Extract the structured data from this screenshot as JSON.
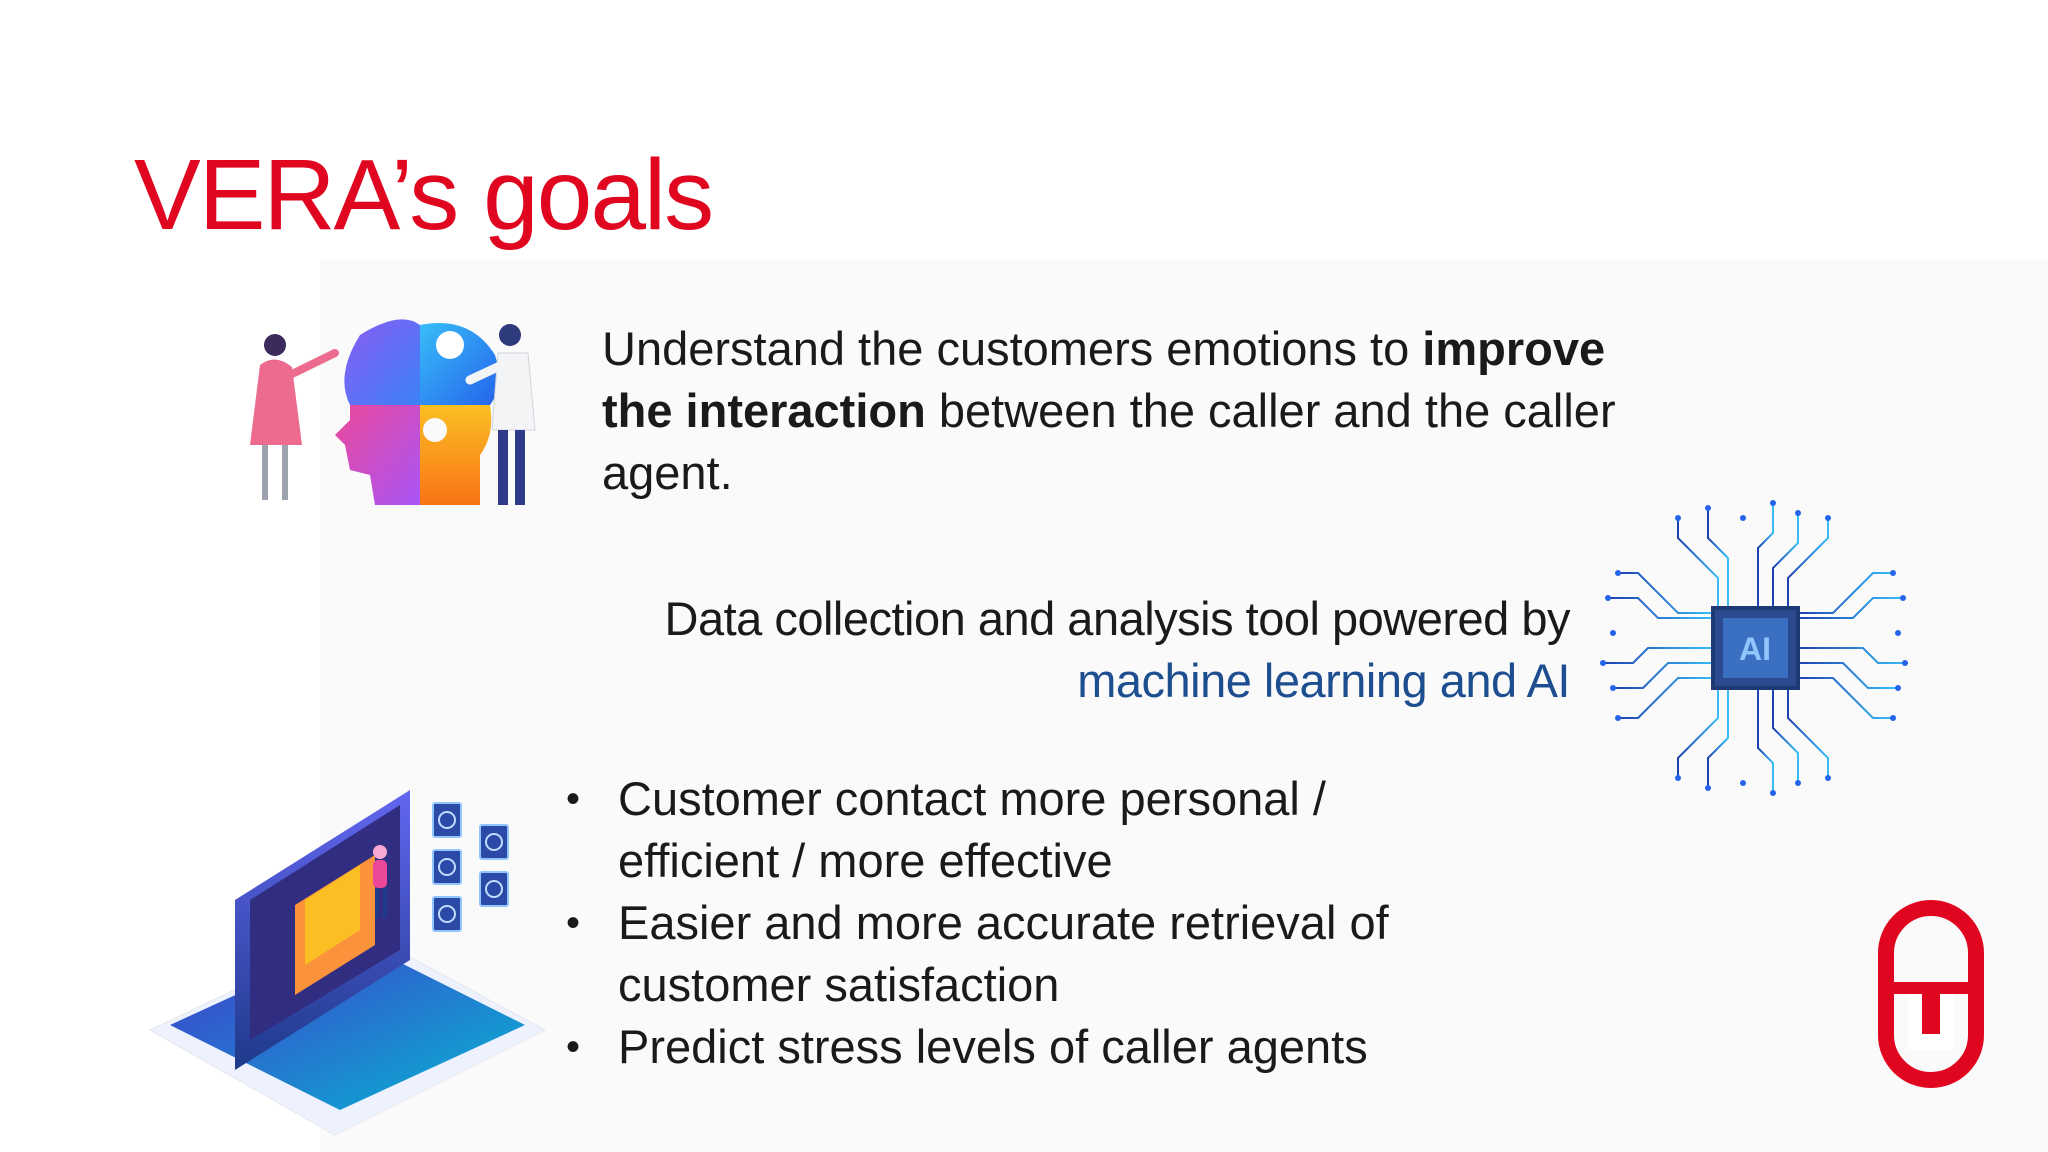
{
  "slide": {
    "title": "VERA’s goals",
    "goal1": {
      "text_before": "Understand the customers emotions to ",
      "bold": "improve the interaction",
      "text_after": " between the caller and the caller agent."
    },
    "goal2": {
      "line1": "Data collection and analysis tool powered by",
      "line2_highlight": "machine learning and AI"
    },
    "bullets": [
      "Customer contact more personal / efficient / more effective",
      "Easier and more accurate retrieval of customer satisfaction",
      "Predict stress levels of caller agents"
    ],
    "bullet_symbol": "•",
    "ai_chip_label": "AI"
  },
  "colors": {
    "title": "#e0061f",
    "highlight": "#1d4e8f",
    "text": "#1a1a1a",
    "logo": "#e0061f"
  },
  "icons": [
    "puzzle-head-illustration",
    "ai-circuit-chip-illustration",
    "laptop-emotions-illustration",
    "ou-logo"
  ]
}
